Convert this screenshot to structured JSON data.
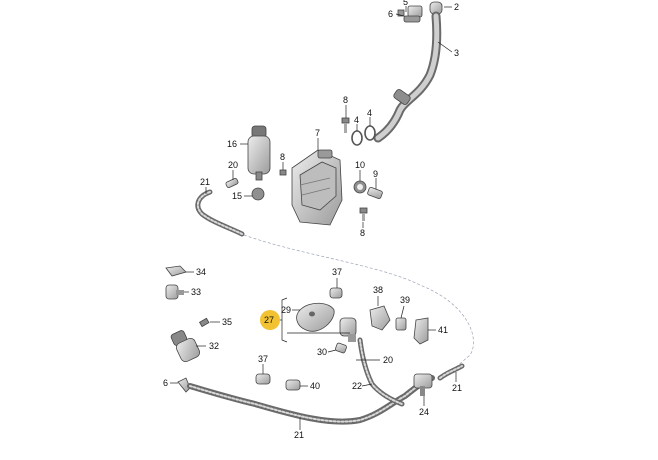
{
  "callouts": [
    {
      "id": "c2",
      "text": "2"
    },
    {
      "id": "c3",
      "text": "3"
    },
    {
      "id": "c4a",
      "text": "4"
    },
    {
      "id": "c4b",
      "text": "4"
    },
    {
      "id": "c5",
      "text": "5"
    },
    {
      "id": "c6a",
      "text": "6"
    },
    {
      "id": "c6b",
      "text": "6"
    },
    {
      "id": "c7",
      "text": "7"
    },
    {
      "id": "c8a",
      "text": "8"
    },
    {
      "id": "c8b",
      "text": "8"
    },
    {
      "id": "c8c",
      "text": "8"
    },
    {
      "id": "c9",
      "text": "9"
    },
    {
      "id": "c10",
      "text": "10"
    },
    {
      "id": "c15",
      "text": "15"
    },
    {
      "id": "c16",
      "text": "16"
    },
    {
      "id": "c20a",
      "text": "20"
    },
    {
      "id": "c20b",
      "text": "20"
    },
    {
      "id": "c21a",
      "text": "21"
    },
    {
      "id": "c21b",
      "text": "21"
    },
    {
      "id": "c21c",
      "text": "21"
    },
    {
      "id": "c22",
      "text": "22"
    },
    {
      "id": "c24",
      "text": "24"
    },
    {
      "id": "c27",
      "text": "27"
    },
    {
      "id": "c29",
      "text": "29"
    },
    {
      "id": "c30",
      "text": "30"
    },
    {
      "id": "c32",
      "text": "32"
    },
    {
      "id": "c33",
      "text": "33"
    },
    {
      "id": "c34",
      "text": "34"
    },
    {
      "id": "c35",
      "text": "35"
    },
    {
      "id": "c37a",
      "text": "37"
    },
    {
      "id": "c37b",
      "text": "37"
    },
    {
      "id": "c38",
      "text": "38"
    },
    {
      "id": "c39",
      "text": "39"
    },
    {
      "id": "c40",
      "text": "40"
    },
    {
      "id": "c41",
      "text": "41"
    }
  ],
  "colors": {
    "badge": "#f2c232",
    "line": "#222222",
    "part_fill": "#c8c8c8",
    "part_dark": "#8a8a8a",
    "connector": "#9aa3b5"
  }
}
